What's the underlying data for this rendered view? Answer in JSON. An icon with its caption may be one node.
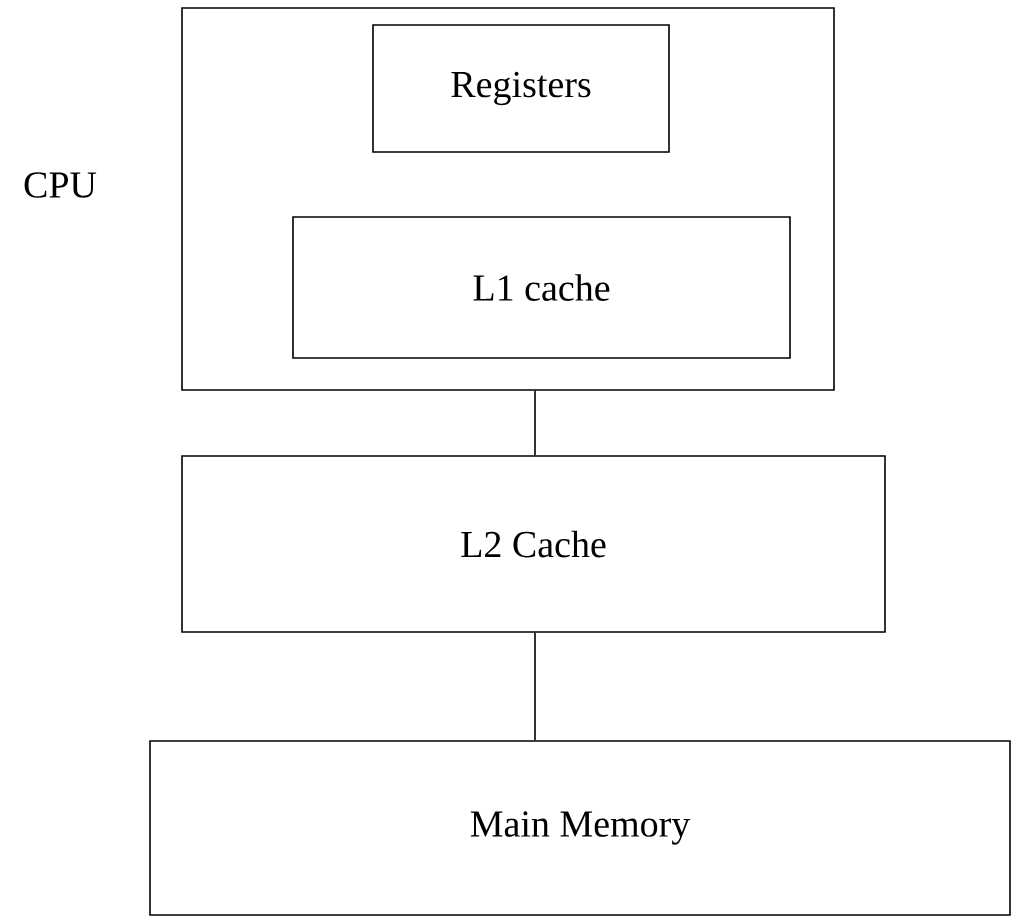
{
  "diagram": {
    "nodes": [
      {
        "text": [
          "CPU"
        ]
      },
      {
        "text": [
          "Registers"
        ],
        "in": 0
      },
      {
        "text": [
          "L1 cache"
        ],
        "in": 0
      },
      {
        "text": [
          "L2 Cache"
        ]
      },
      {
        "text": [
          "Main Memory"
        ]
      }
    ],
    "edges": [
      {
        "from": 0,
        "to": 3,
        "arrow": "none"
      },
      {
        "from": 3,
        "to": 4,
        "arrow": "none"
      }
    ]
  }
}
